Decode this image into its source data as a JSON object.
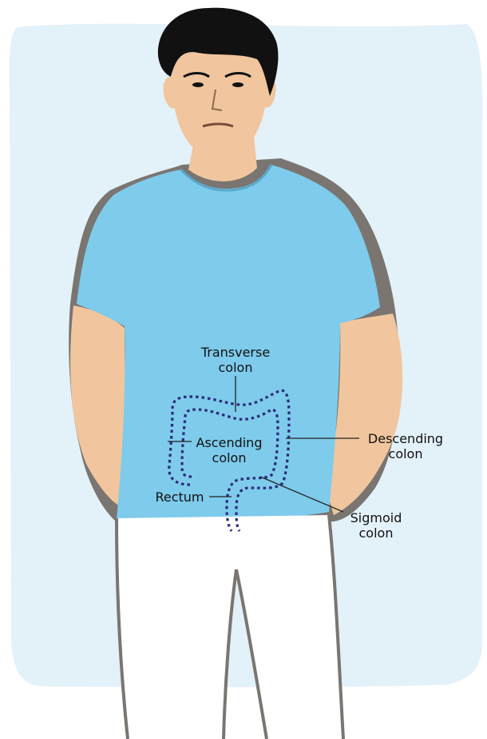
{
  "labels": {
    "transverse": {
      "line1": "Transverse",
      "line2": "colon"
    },
    "ascending": {
      "line1": "Ascending",
      "line2": "colon"
    },
    "descending": {
      "line1": "Descending",
      "line2": "colon"
    },
    "rectum": {
      "line1": "Rectum"
    },
    "sigmoid": {
      "line1": "Sigmoid",
      "line2": "colon"
    }
  },
  "colors": {
    "backdrop": "#e3f1f8",
    "skin": "#f1c69e",
    "skin_shadow": "#d9a77c",
    "hair": "#111111",
    "shirt": "#7ecbeb",
    "shirt_shadow": "#7a7570",
    "pants": "#ffffff",
    "colon_dots": "#2b2a7a",
    "leader_lines": "#222222"
  }
}
